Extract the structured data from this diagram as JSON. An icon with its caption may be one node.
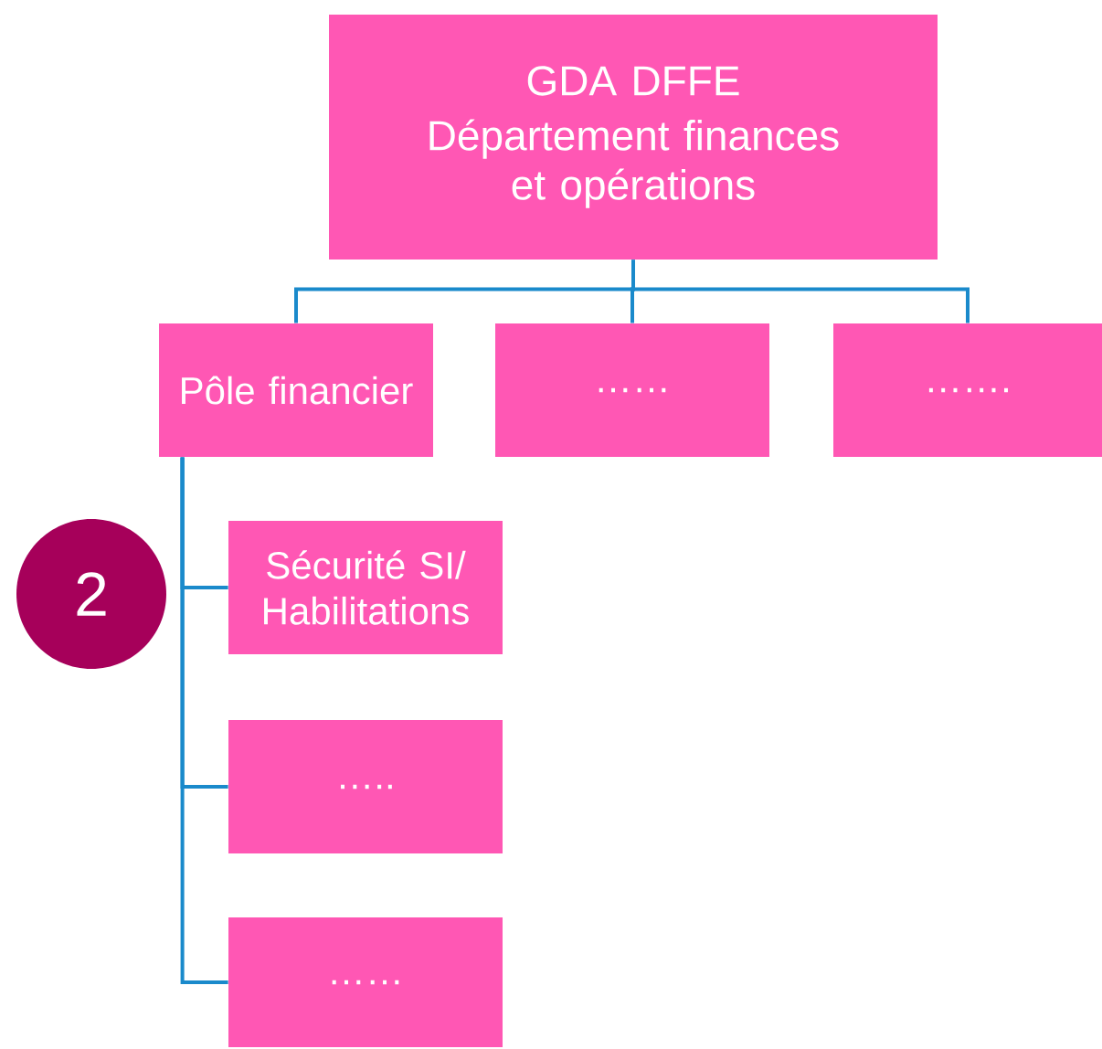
{
  "diagram": {
    "nodes": [
      {
        "text": [
          "GDA DFFE",
          "Département finances et opérations"
        ]
      },
      {
        "text": [
          "Pôle financier"
        ]
      },
      {
        "text": [
          "……"
        ]
      },
      {
        "text": [
          "……."
        ]
      },
      {
        "text": [
          "Sécurité SI/ Habilitations"
        ]
      },
      {
        "text": [
          "….."
        ]
      },
      {
        "text": [
          "……"
        ]
      },
      {
        "text": [
          "2"
        ]
      }
    ],
    "edges": [
      {
        "from": 0,
        "to": 1,
        "arrow": "none"
      },
      {
        "from": 0,
        "to": 2,
        "arrow": "none"
      },
      {
        "from": 0,
        "to": 3,
        "arrow": "none"
      },
      {
        "from": 1,
        "to": 4,
        "arrow": "none"
      },
      {
        "from": 1,
        "to": 5,
        "arrow": "none"
      },
      {
        "from": 1,
        "to": 6,
        "arrow": "none"
      }
    ]
  }
}
